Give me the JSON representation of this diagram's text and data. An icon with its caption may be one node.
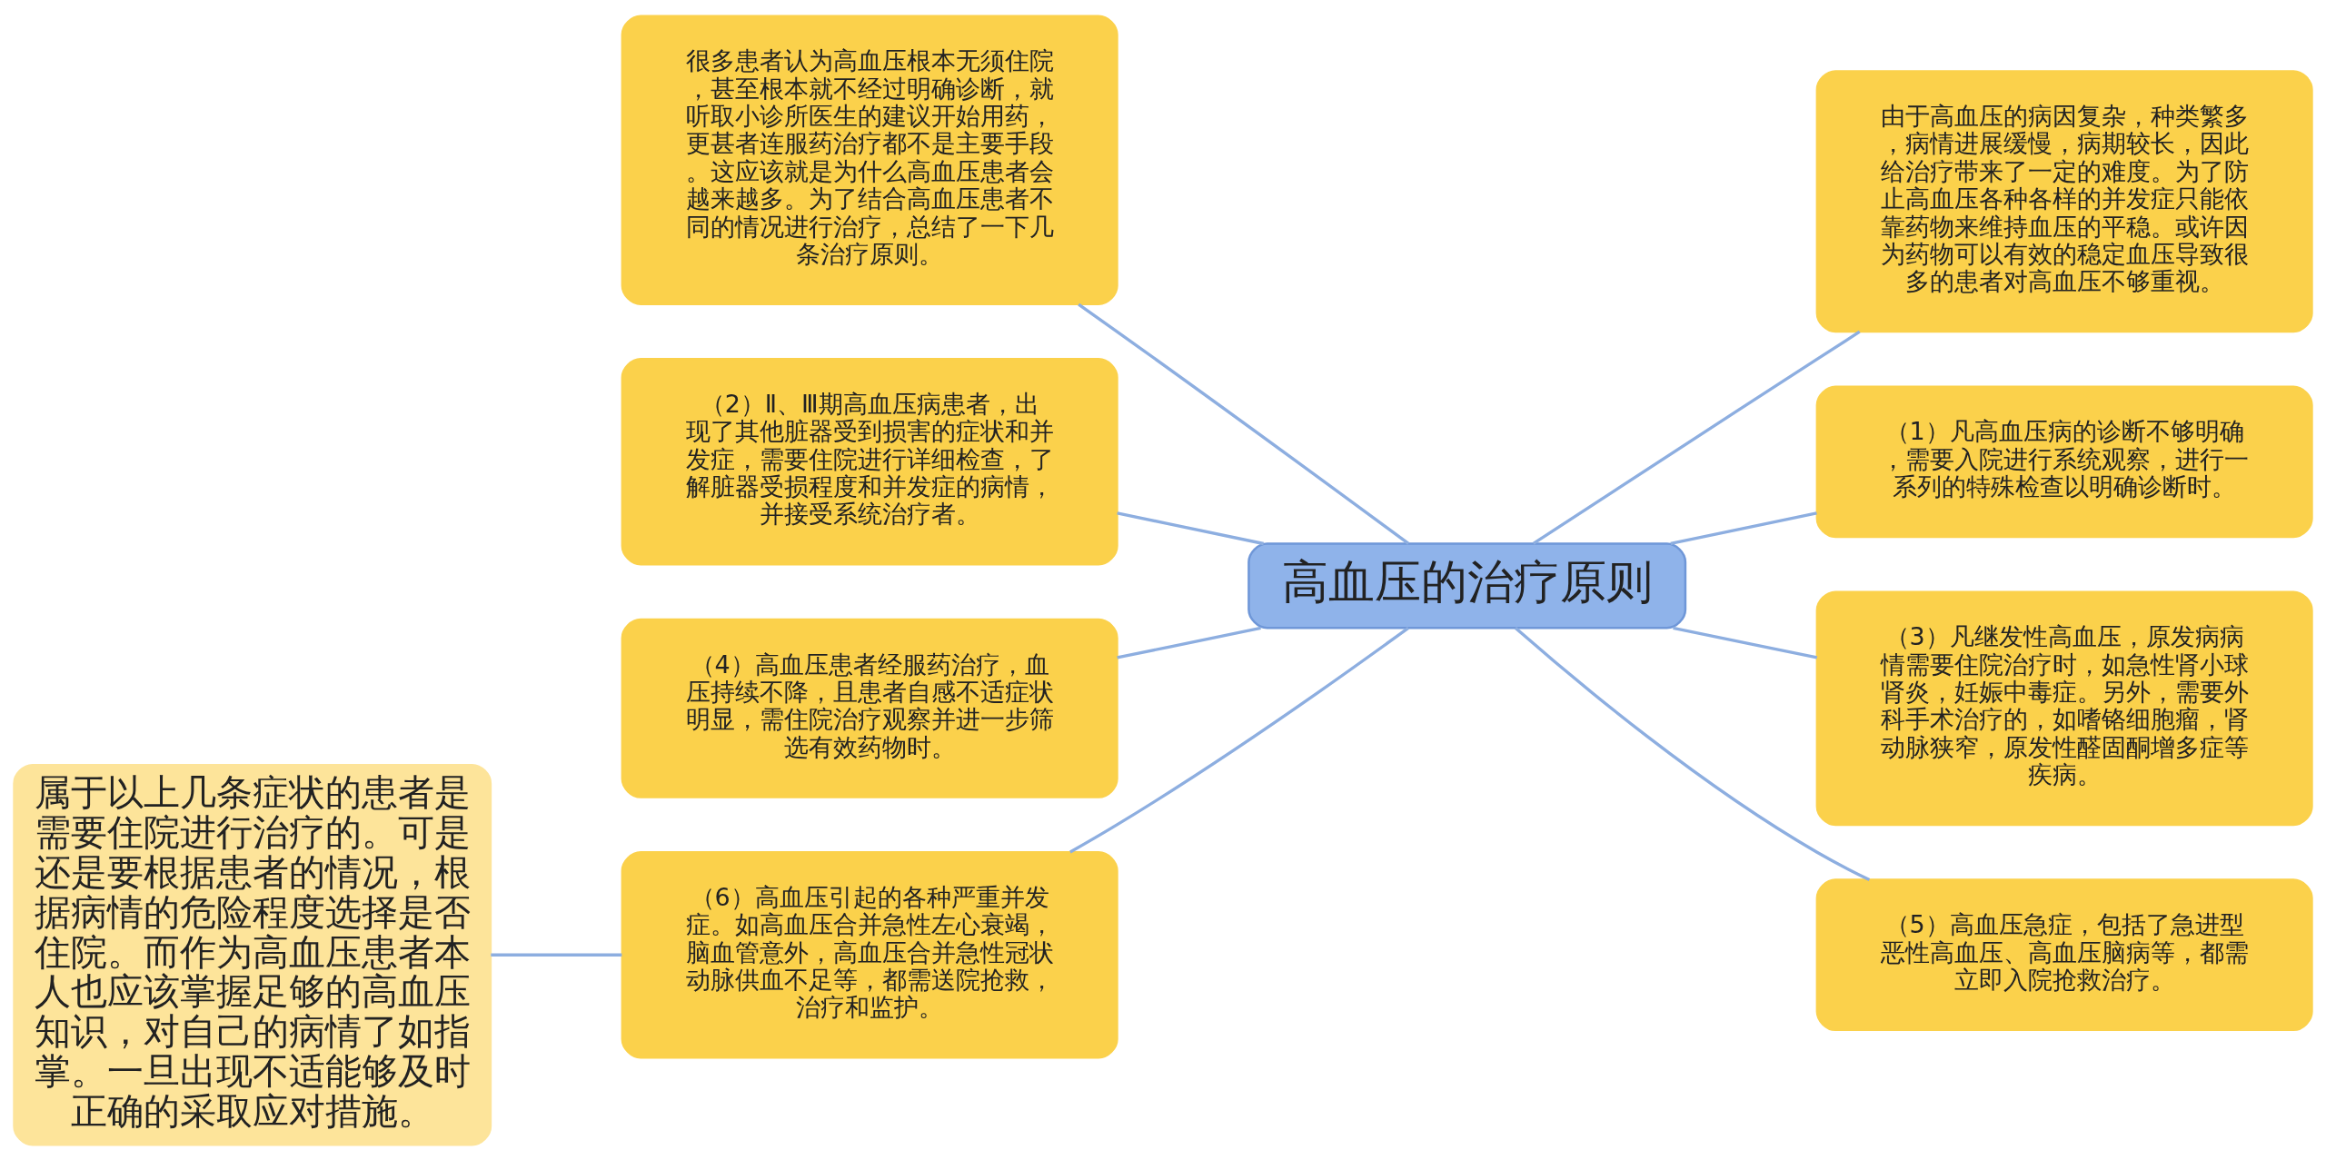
{
  "diagram": {
    "nodes": [
      {
        "text": [
          "高血压的治疗原则"
        ]
      },
      {
        "text": [
          "很多患者认为高血压根本无须住院，甚至根本就不经过明确诊断，就听取小诊所医生的建议开始用药，更甚者连服药治疗都不是主要手段。这应该就是为什么高血压患者会越来越多。为了结合高血压患者不同的情况进行治疗，总结了一下几条治疗原则。"
        ]
      },
      {
        "text": [
          "由于高血压的病因复杂，种类繁多，病情进展缓慢，病期较长，因此给治疗带来了一定的难度。为了防止高血压各种各样的并发症只能依靠药物来维持血压的平稳。或许因为药物可以有效的稳定血压导致很多的患者对高血压不够重视。"
        ]
      },
      {
        "text": [
          "（2）Ⅱ、Ⅲ期高血压病患者，出现了其他脏器受到损害的症状和并发症，需要住院进行详细检查，了解脏器受损程度和并发症的病情，并接受系统治疗者。"
        ]
      },
      {
        "text": [
          "（1）凡高血压病的诊断不够明确，需要入院进行系统观察，进行一系列的特殊检查以明确诊断时。"
        ]
      },
      {
        "text": [
          "（3）凡继发性高血压，原发病病情需要住院治疗时，如急性肾小球肾炎，妊娠中毒症。另外，需要外科手术治疗的，如嗜铬细胞瘤，肾动脉狭窄，原发性醛固酮增多症等疾病。"
        ]
      },
      {
        "text": [
          "（4）高血压患者经服药治疗，血压持续不降，且患者自感不适症状明显，需住院治疗观察并进一步筛选有效药物时。"
        ]
      },
      {
        "text": [
          "（5）高血压急症，包括了急进型恶性高血压、高血压脑病等，都需立即入院抢救治疗。"
        ]
      },
      {
        "text": [
          "（6）高血压引起的各种严重并发症。如高血压合并急性左心衰竭，脑血管意外，高血压合并急性冠状动脉供血不足等，都需送院抢救，治疗和监护。"
        ]
      },
      {
        "text": [
          "属于以上几条症状的患者是需要住院进行治疗的。可是还是要根据患者的情况，根据病情的危险程度选择是否住院。而作为高血压患者本人也应该掌握足够的高血压知识，对自己的病情了如指掌。一旦出现不适能够及时正确的采取应对措施。"
        ]
      }
    ],
    "edges": [
      {
        "from": 0,
        "to": 1,
        "arrow": "none"
      },
      {
        "from": 0,
        "to": 2,
        "arrow": "none"
      },
      {
        "from": 0,
        "to": 3,
        "arrow": "none"
      },
      {
        "from": 0,
        "to": 4,
        "arrow": "none"
      },
      {
        "from": 0,
        "to": 5,
        "arrow": "none"
      },
      {
        "from": 0,
        "to": 6,
        "arrow": "none"
      },
      {
        "from": 0,
        "to": 7,
        "arrow": "none"
      },
      {
        "from": 0,
        "to": 8,
        "arrow": "none"
      },
      {
        "from": 8,
        "to": 9,
        "arrow": "none"
      }
    ]
  }
}
